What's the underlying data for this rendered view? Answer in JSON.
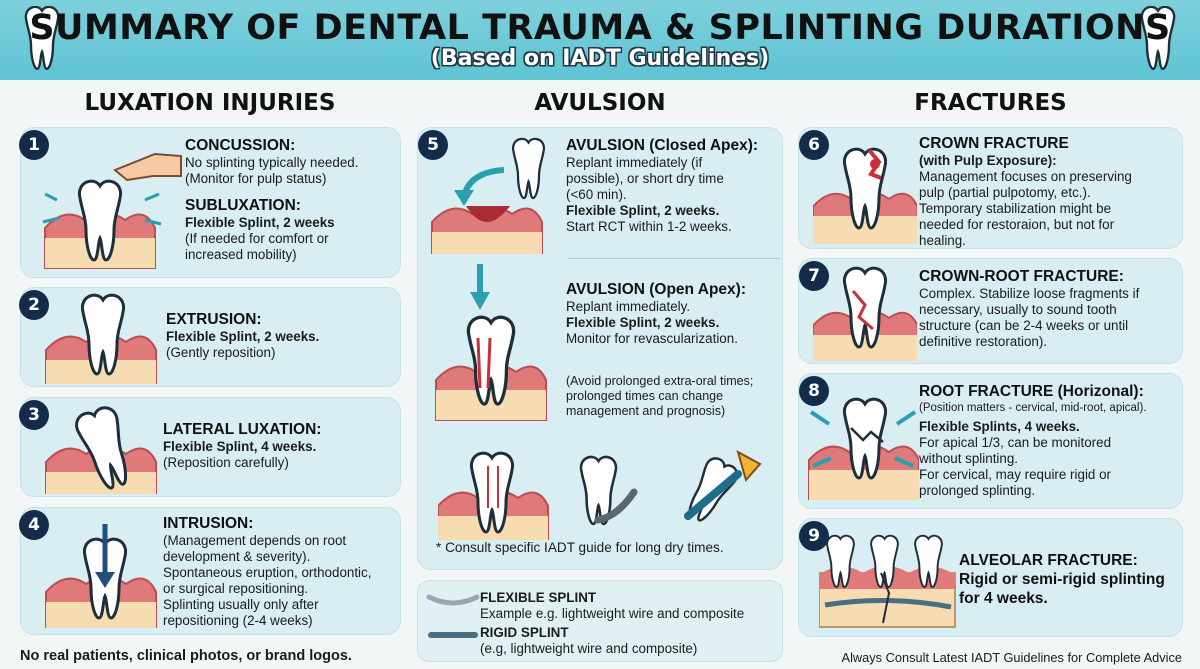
{
  "header": {
    "title": "SUMMARY OF DENTAL TRAUMA & SPLINTING DURATIONS",
    "subtitle": "(Based on IADT Guidelines)"
  },
  "columns": {
    "luxation": "LUXATION INJURIES",
    "avulsion": "AVULSION",
    "fractures": "FRACTURES"
  },
  "cards": {
    "c1": {
      "num": "1",
      "h1": "CONCUSSION:",
      "l1": "No splinting typically needed.",
      "l2": "(Monitor for pulp status)",
      "h2": "SUBLUXATION:",
      "l3": "Flexible Splint, 2 weeks",
      "l4": "(If needed for comfort or",
      "l5": "increased mobility)"
    },
    "c2": {
      "num": "2",
      "h": "EXTRUSION:",
      "l1": "Flexible Splint, 2 weeks.",
      "l2": "(Gently reposition)"
    },
    "c3": {
      "num": "3",
      "h": "LATERAL LUXATION:",
      "l1": "Flexible Splint, 4 weeks.",
      "l2": "(Reposition carefully)"
    },
    "c4": {
      "num": "4",
      "h": "INTRUSION:",
      "lines": [
        "(Management depends on root",
        "development & severity).",
        "Spontaneous eruption, orthodontic,",
        "or surgical repositioning.",
        "Splinting usually only after",
        "repositioning (2-4 weeks)"
      ]
    },
    "c5": {
      "num": "5",
      "h1": "AVULSION (Closed Apex):",
      "l1": "Replant immediately (if",
      "l2": "possible), or short dry time",
      "l3": "(<60 min).",
      "l4": "Flexible Splint, 2 weeks.",
      "l5": "Start RCT within 1-2 weeks.",
      "h2": "AVULSION (Open Apex):",
      "l6": "Replant immediately.",
      "l7": "Flexible Splint, 2 weeks.",
      "l8": "Monitor for revascularization.",
      "n1": "(Avoid prolonged extra-oral times;",
      "n2": "prolonged times can change",
      "n3": "management and prognosis)",
      "consult": "* Consult specific IADT guide for long dry times."
    },
    "c6": {
      "num": "6",
      "h": "CROWN FRACTURE",
      "sub": "(with Pulp Exposure):",
      "lines": [
        "Management focuses on preserving",
        "pulp (partial pulpotomy, etc.).",
        "Temporary stabilization might be",
        "needed for restoraion, but not for",
        "healing."
      ]
    },
    "c7": {
      "num": "7",
      "h": "CROWN-ROOT FRACTURE:",
      "lines": [
        "Complex. Stabilize loose fragments if",
        "necessary, usually to sound tooth",
        "structure (can be 2-4 weeks or until",
        "definitive restoration)."
      ]
    },
    "c8": {
      "num": "8",
      "h": "ROOT FRACTURE (Horizonal):",
      "sub": "(Position matters - cervical, mid-root, apical).",
      "b": "Flexible Splints, 4 weeks.",
      "lines": [
        "For apical 1/3, can be monitored",
        "without splinting.",
        "For cervical, may require rigid or",
        "prolonged splinting."
      ]
    },
    "c9": {
      "num": "9",
      "h1": "ALVEOLAR FRACTURE:",
      "h2": "Rigid or semi-rigid splinting",
      "h3": "for 4 weeks."
    }
  },
  "legend": {
    "flex_title": "FLEXIBLE SPLINT",
    "flex_desc": "Example e.g. lightweight wire and composite",
    "rigid_title": "RIGID SPLINT",
    "rigid_desc": "(e.g, lightweight wire and composite)"
  },
  "footer": {
    "left": "No real patients, clinical photos, or brand logos.",
    "right": "Always Consult Latest IADT Guidelines for Complete Advice"
  },
  "colors": {
    "banner": "#5ec3d3",
    "card": "#d9eef2",
    "badge": "#142c4a",
    "accent": "#2a9fb0"
  }
}
